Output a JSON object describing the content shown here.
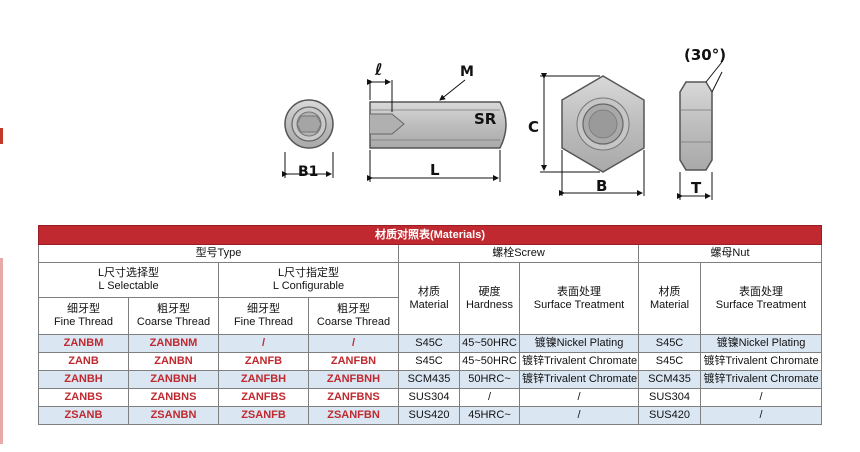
{
  "drawing_labels": {
    "l": "ℓ",
    "M": "M",
    "SR": "SR",
    "L": "L",
    "B1": "B1",
    "C": "C",
    "B": "B",
    "T": "T",
    "angle": "(30°)"
  },
  "table": {
    "title": "材质对照表(Materials)",
    "type_header": "型号Type",
    "screw_header": "螺栓Screw",
    "nut_header": "螺母Nut",
    "l_selectable": [
      "L尺寸选择型",
      "L Selectable"
    ],
    "l_configurable": [
      "L尺寸指定型",
      "L Configurable"
    ],
    "fine_thread": [
      "细牙型",
      "Fine Thread"
    ],
    "coarse_thread": [
      "粗牙型",
      "Coarse Thread"
    ],
    "material": [
      "材质",
      "Material"
    ],
    "hardness": [
      "硬度",
      "Hardness"
    ],
    "surface_treatment": [
      "表面处理",
      "Surface Treatment"
    ],
    "rows": [
      [
        "ZANBM",
        "ZANBNM",
        "/",
        "/",
        "S45C",
        "45~50HRC",
        "镀镍Nickel Plating",
        "S45C",
        "镀镍Nickel Plating"
      ],
      [
        "ZANB",
        "ZANBN",
        "ZANFB",
        "ZANFBN",
        "S45C",
        "45~50HRC",
        "镀锌Trivalent Chromate",
        "S45C",
        "镀锌Trivalent Chromate"
      ],
      [
        "ZANBH",
        "ZANBNH",
        "ZANFBH",
        "ZANFBNH",
        "SCM435",
        "50HRC~",
        "镀锌Trivalent Chromate",
        "SCM435",
        "镀锌Trivalent Chromate"
      ],
      [
        "ZANBS",
        "ZANBNS",
        "ZANFBS",
        "ZANFBNS",
        "SUS304",
        "/",
        "/",
        "SUS304",
        "/"
      ],
      [
        "ZSANB",
        "ZSANBN",
        "ZSANFB",
        "ZSANFBN",
        "SUS420",
        "45HRC~",
        "/",
        "SUS420",
        "/"
      ]
    ]
  }
}
